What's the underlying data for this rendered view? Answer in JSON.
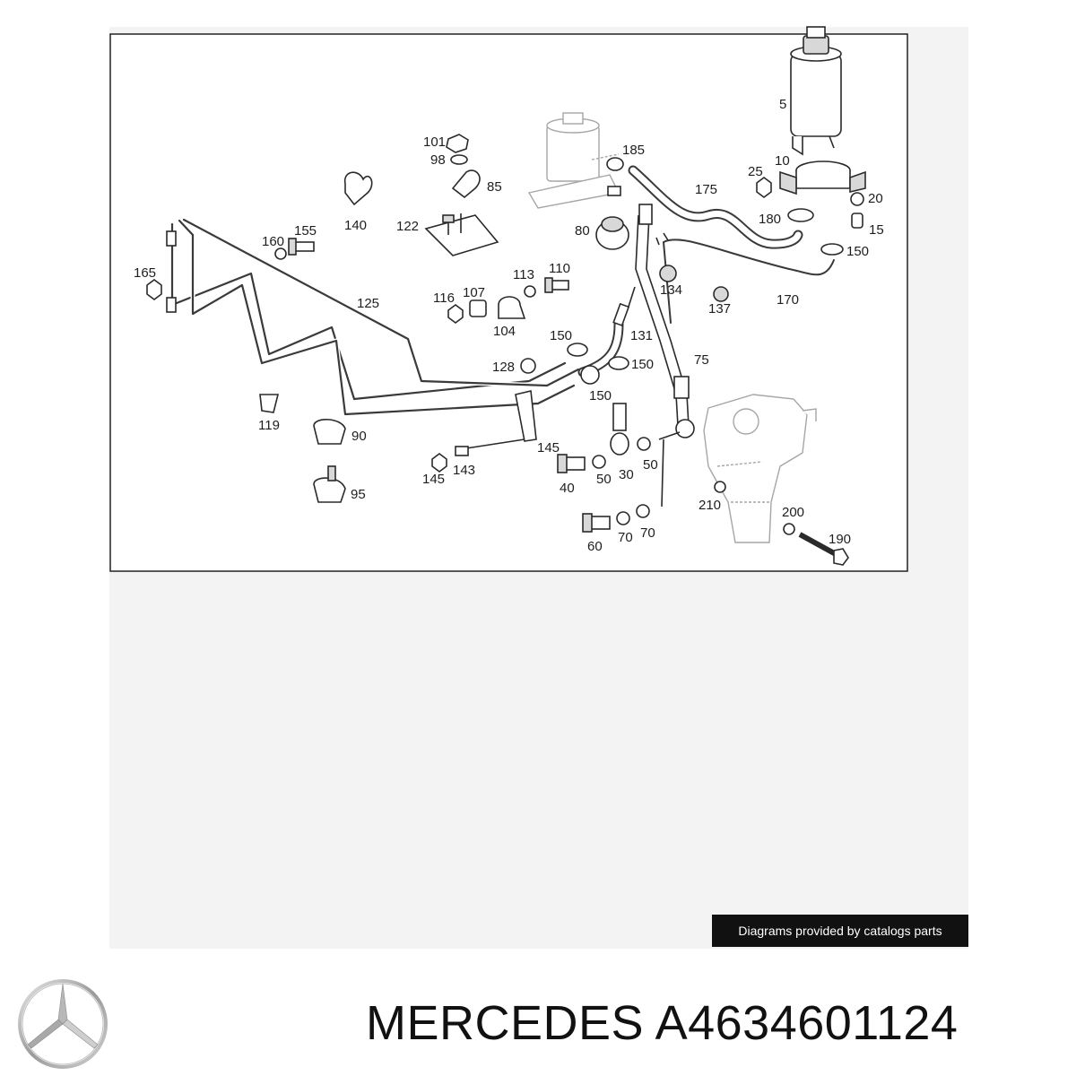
{
  "diagram": {
    "labels": [
      "5",
      "10",
      "15",
      "20",
      "25",
      "30",
      "40",
      "50",
      "50",
      "60",
      "70",
      "70",
      "75",
      "80",
      "85",
      "90",
      "95",
      "98",
      "101",
      "104",
      "107",
      "110",
      "113",
      "116",
      "119",
      "122",
      "125",
      "128",
      "131",
      "134",
      "137",
      "140",
      "143",
      "145",
      "145",
      "150",
      "150",
      "150",
      "150",
      "155",
      "160",
      "165",
      "170",
      "175",
      "180",
      "185",
      "190",
      "200",
      "210"
    ]
  },
  "attribution": "Diagrams provided by catalogs parts",
  "footer": {
    "brand": "MERCEDES",
    "part_number": "A4634601124",
    "logo_icon": "mercedes-star-icon"
  }
}
